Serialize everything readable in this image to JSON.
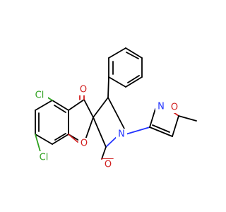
{
  "atom_labels": {
    "cl_top": "Cl",
    "cl_bottom": "Cl",
    "o_ketone": "O",
    "o_ring": "O",
    "o_lactam": "O",
    "n_amide": "N",
    "n_isoxazole": "N",
    "o_isoxazole": "O"
  },
  "colors": {
    "chlorine": "#2fa11f",
    "oxygen": "#d11f1f",
    "nitrogen": "#2233ff",
    "bond": "#000000"
  }
}
